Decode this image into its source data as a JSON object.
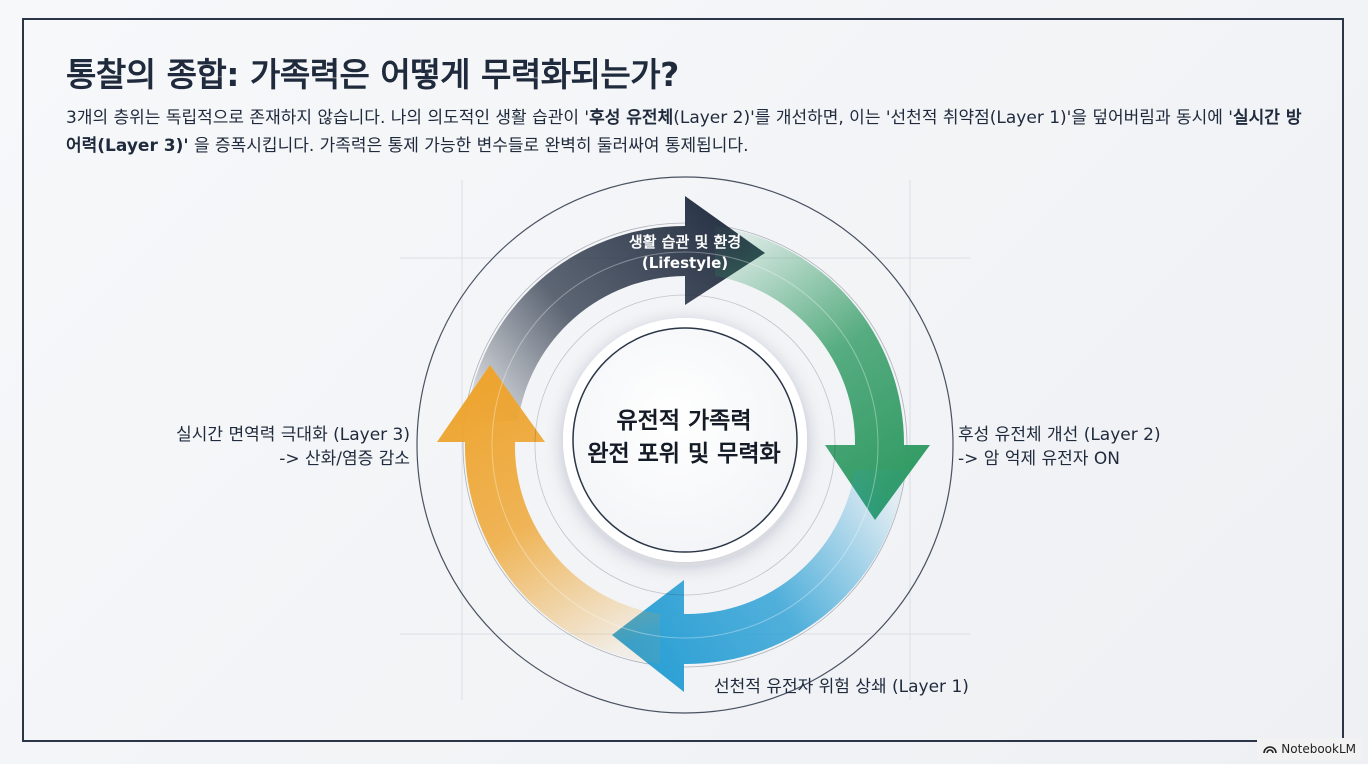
{
  "title": "통찰의 종합: 가족력은 어떻게 무력화되는가?",
  "description": {
    "p1": "3개의 층위는 독립적으로 존재하지 않습니다. 나의 의도적인 생활 습관이 '",
    "b1": "후성 유전체",
    "p2": "(Layer 2)'를 개선하면, 이는 '선천적 취약점(Layer 1)'을 덮어버림과 동시에 '",
    "b2": "실시간 방어력(Layer 3)'",
    "p3": " 을 증폭시킵니다. 가족력은 통제 가능한 변수들로 완벽히 둘러싸여 통제됩니다."
  },
  "diagram": {
    "center": {
      "line1": "유전적 가족력",
      "line2": "완전 포위 및 무력화"
    },
    "top_arrow": {
      "line1": "생활 습관 및 환경",
      "line2": "(Lifestyle)"
    },
    "right_label": {
      "line1": "후성 유전체 개선 (Layer 2)",
      "line2": "-> 암 억제 유전자 ON"
    },
    "bottom_label": "선천적 유전자 위험 상쇄 (Layer 1)",
    "left_label": {
      "line1": "실시간 면역력 극대화 (Layer 3)",
      "line2": "-> 산화/염증 감소"
    },
    "colors": {
      "lifestyle": "#2b3648",
      "epigenome": "#2f9a62",
      "genetic": "#2a9fd4",
      "immunity": "#eea42e",
      "frame": "#2a3547"
    }
  },
  "badge": {
    "label": "NotebookLM",
    "icon": "notebooklm-logo-icon"
  }
}
